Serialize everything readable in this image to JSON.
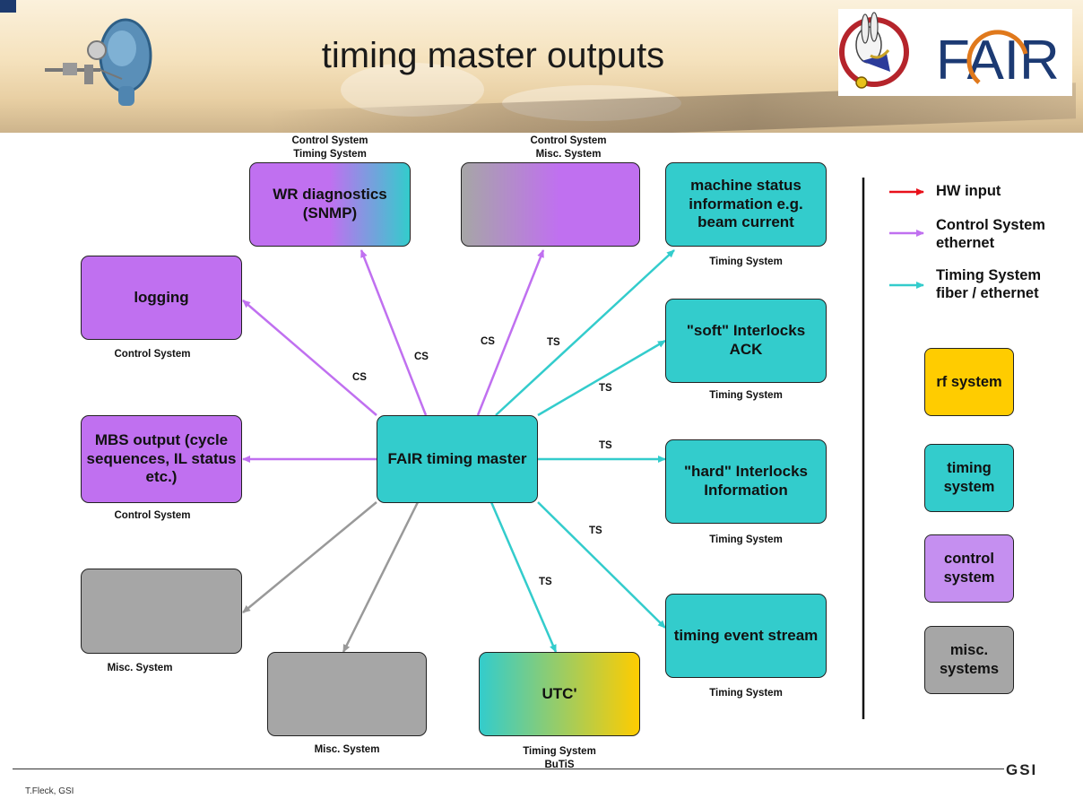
{
  "slide": {
    "title": "timing master outputs",
    "author": "T.Fleck, GSI"
  },
  "logos": {
    "fair_text": "FAIR",
    "gsi_text": "GSI"
  },
  "nodes": {
    "center": "FAIR timing master",
    "wr_diagnostics": "WR diagnostics (SNMP)",
    "misc_top": "",
    "machine_status": "machine status information e.g. beam current",
    "logging": "logging",
    "soft_interlocks": "\"soft\" Interlocks ACK",
    "mbs_output": "MBS output (cycle sequences, IL status etc.)",
    "hard_interlocks": "\"hard\" Interlocks Information",
    "misc_left": "",
    "misc_bottom": "",
    "utc": "UTC'",
    "timing_event": "timing event stream"
  },
  "captions": {
    "wr_diagnostics_1": "Control System",
    "wr_diagnostics_2": "Timing System",
    "misc_top_1": "Control System",
    "misc_top_2": "Misc. System",
    "machine_status": "Timing System",
    "logging": "Control System",
    "soft_interlocks": "Timing System",
    "mbs_output": "Control System",
    "hard_interlocks": "Timing System",
    "misc_left": "Misc. System",
    "misc_bottom": "Misc. System",
    "utc_1": "Timing System",
    "utc_2": "BuTiS",
    "timing_event": "Timing System"
  },
  "edge_labels": {
    "logging": "CS",
    "wr_diagnostics": "CS",
    "misc_top": "CS",
    "machine_status": "TS",
    "soft_interlocks": "TS",
    "hard_interlocks": "TS",
    "timing_event": "TS",
    "utc": "TS"
  },
  "legend": {
    "hw_input": "HW input",
    "control_line1": "Control System",
    "control_line2": "ethernet",
    "timing_line1": "Timing System",
    "timing_line2": "fiber / ethernet",
    "rf_system": "rf system",
    "timing_system": "timing system",
    "control_system": "control system",
    "misc_systems": "misc. systems"
  },
  "colors": {
    "hw_arrow": "#e8101a",
    "control_arrow": "#c070f0",
    "timing_arrow": "#33cccc",
    "misc_arrow": "#999999",
    "rf_fill": "#ffcc00",
    "timing_fill": "#33cccc",
    "control_fill": "#c58ff0",
    "misc_fill": "#a6a6a6"
  }
}
